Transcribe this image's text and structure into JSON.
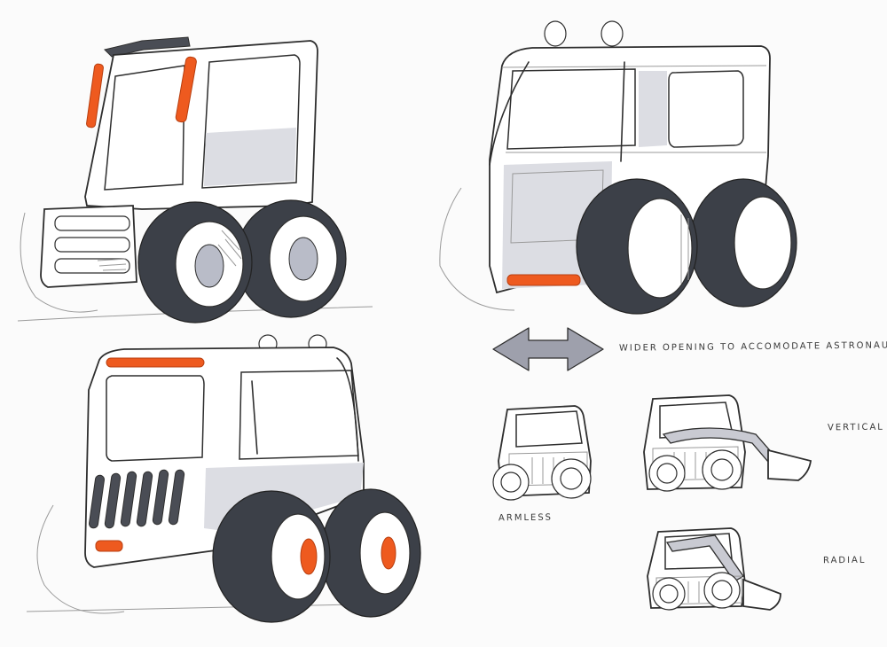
{
  "annotations": {
    "wider_opening": "WIDER OPENING TO ACCOMODATE ASTRONAUTS",
    "vertical": "VERTICAL",
    "armless": "ARMLESS",
    "radial": "RADIAL"
  },
  "colors": {
    "paper": "#fbfbfb",
    "line": "#2e2e2e",
    "tire": "#3c4048",
    "accent_orange": "#ee5a1f",
    "shade_gray": "#dcdde3",
    "arrow_gray": "#9ea0ac"
  }
}
